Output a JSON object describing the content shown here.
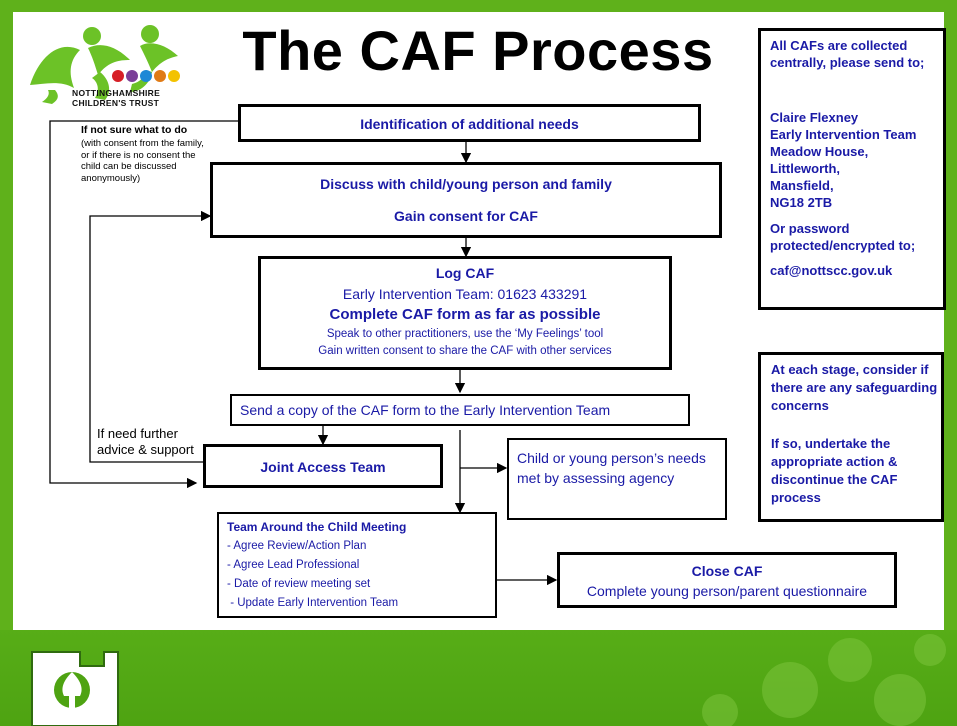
{
  "title": "The CAF Process",
  "logo": {
    "line1": "NOTTINGHAMSHIRE",
    "line2": "CHILDREN'S TRUST"
  },
  "nodes": {
    "identification": "Identification of additional needs",
    "discuss": {
      "line1": "Discuss with child/young person and family",
      "line2": "Gain consent for CAF"
    },
    "log": {
      "heading": "Log CAF",
      "phone": "Early Intervention Team: 01623 433291",
      "complete": "Complete CAF form as far as possible",
      "speak": "Speak to other practitioners, use the ‘My Feelings’ tool",
      "consent": "Gain written consent to share the CAF with other services"
    },
    "send": "Send a copy of the CAF form to the Early Intervention Team",
    "joint_access": "Joint Access Team",
    "needs_met": "Child or young person’s needs met by assessing agency",
    "tac": {
      "heading": "Team Around the Child Meeting",
      "items": [
        "- Agree Review/Action Plan",
        "- Agree Lead Professional",
        "- Date of review meeting set",
        " - Update Early Intervention Team"
      ]
    },
    "close": {
      "heading": "Close CAF",
      "line": "Complete young person/parent questionnaire"
    }
  },
  "side_notes": {
    "not_sure_heading": "If not sure what to do",
    "not_sure_body": "(with consent from the family, or if there is no consent the child can be discussed anonymously)",
    "further_advice_1": "If need further",
    "further_advice_2": "advice & support"
  },
  "info_box": {
    "intro": "All CAFs are collected centrally, please send to;",
    "address": [
      "Claire Flexney",
      "Early Intervention Team",
      "Meadow House,",
      "Littleworth,",
      "Mansfield,",
      "NG18 2TB"
    ],
    "or_password": "Or password protected/encrypted to;",
    "email": "caf@nottscc.gov.uk"
  },
  "safeguard_box": {
    "line1": "At each stage, consider if there are any safeguarding concerns",
    "line2": "If so, undertake the appropriate action & discontinue the CAF process"
  },
  "colors": {
    "green": "#5fb11b",
    "blue_text": "#1a1aa6"
  }
}
